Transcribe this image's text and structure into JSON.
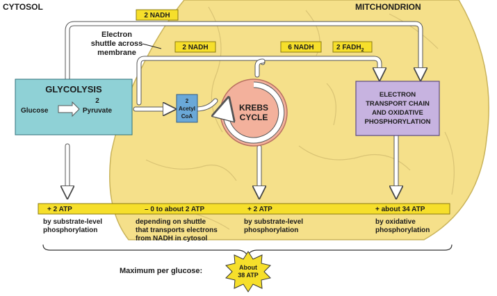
{
  "regions": {
    "cytosol": "CYTOSOL",
    "mitochondrion": "MITCHONDRION"
  },
  "carriers": {
    "nadh_top": "2 NADH",
    "nadh_mid": "2 NADH",
    "nadh_krebs": "6 NADH",
    "fadh2_base": "2 FADH",
    "fadh2_sub": "2"
  },
  "shuttle_note": [
    "Electron",
    "shuttle across",
    "membrane"
  ],
  "glycolysis": {
    "title": "GLYCOLYSIS",
    "glucose": "Glucose",
    "pyruvate_count": "2",
    "pyruvate": "Pyruvate"
  },
  "acetyl_coa": [
    "2",
    "Acetyl",
    "CoA"
  ],
  "krebs": [
    "KREBS",
    "CYCLE"
  ],
  "etc": [
    "ELECTRON",
    "TRANSPORT CHAIN",
    "AND OXIDATIVE",
    "PHOSPHORYLATION"
  ],
  "atp_yields": [
    {
      "amount": "+ 2 ATP",
      "desc": [
        "by substrate-level",
        "phosphorylation"
      ]
    },
    {
      "amount": "– 0 to about 2 ATP",
      "desc": [
        "depending on shuttle",
        "that transports electrons",
        "from NADH in cytosol"
      ]
    },
    {
      "amount": "+ 2 ATP",
      "desc": [
        "by substrate-level",
        "phosphorylation"
      ]
    },
    {
      "amount": "+ about 34 ATP",
      "desc": [
        "by oxidative",
        "phosphorylation"
      ]
    }
  ],
  "maximum": {
    "label": "Maximum per glucose:",
    "value": [
      "About",
      "38 ATP"
    ]
  },
  "colors": {
    "mitochondrion": "#f5e08a",
    "cristae": "#f8eba8",
    "outline": "#c9b35a",
    "glycolysis_box": "#8fd1d6",
    "acetyl_box": "#6aa8d8",
    "etc_box": "#c7b3e0",
    "label_box": "#f6df2b",
    "krebs_ring": "#f3b19c",
    "arrow": "#ffffff"
  }
}
